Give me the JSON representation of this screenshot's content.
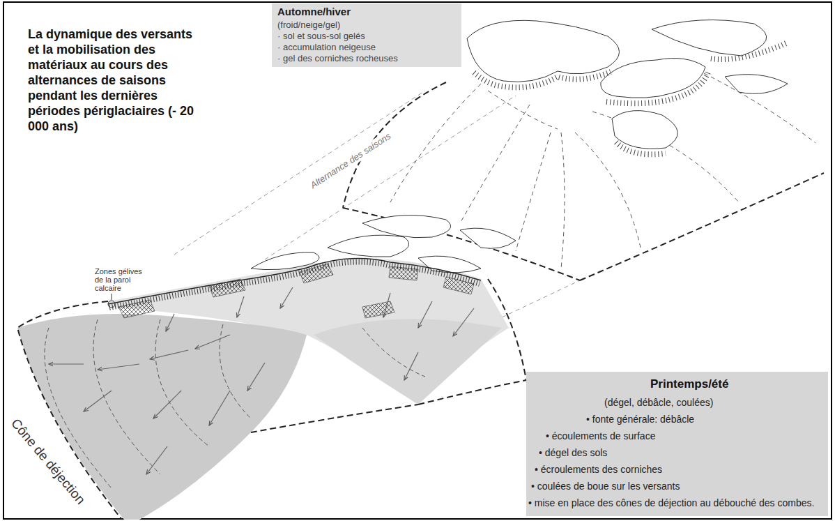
{
  "diagram": {
    "title": "La dynamique des versants et la mobilisation des matériaux au cours des alternances de saisons pendant les dernières périodes périglaciaires (- 20 000 ans)",
    "nodes": [
      {
        "text": [
          "Automne/hiver",
          "(froid/neige/gel)",
          "· sol et sous-sol gelés",
          "· accumulation neigeuse",
          "· gel des corniches rocheuses"
        ]
      },
      {
        "text": [
          "Printemps/été",
          "(dégel, débâcle, coulées)",
          "• fonte générale: débâcle",
          "• écoulements de surface",
          "• dégel des sols",
          "• écroulements des corniches",
          "• coulées de boue sur les versants",
          "• mise en place des cônes de déjection au débouché des combes."
        ]
      }
    ],
    "labels": [
      "Alternance des saisons",
      "Zones gélives de la paroi calcaire",
      "Cône de déjection"
    ]
  }
}
